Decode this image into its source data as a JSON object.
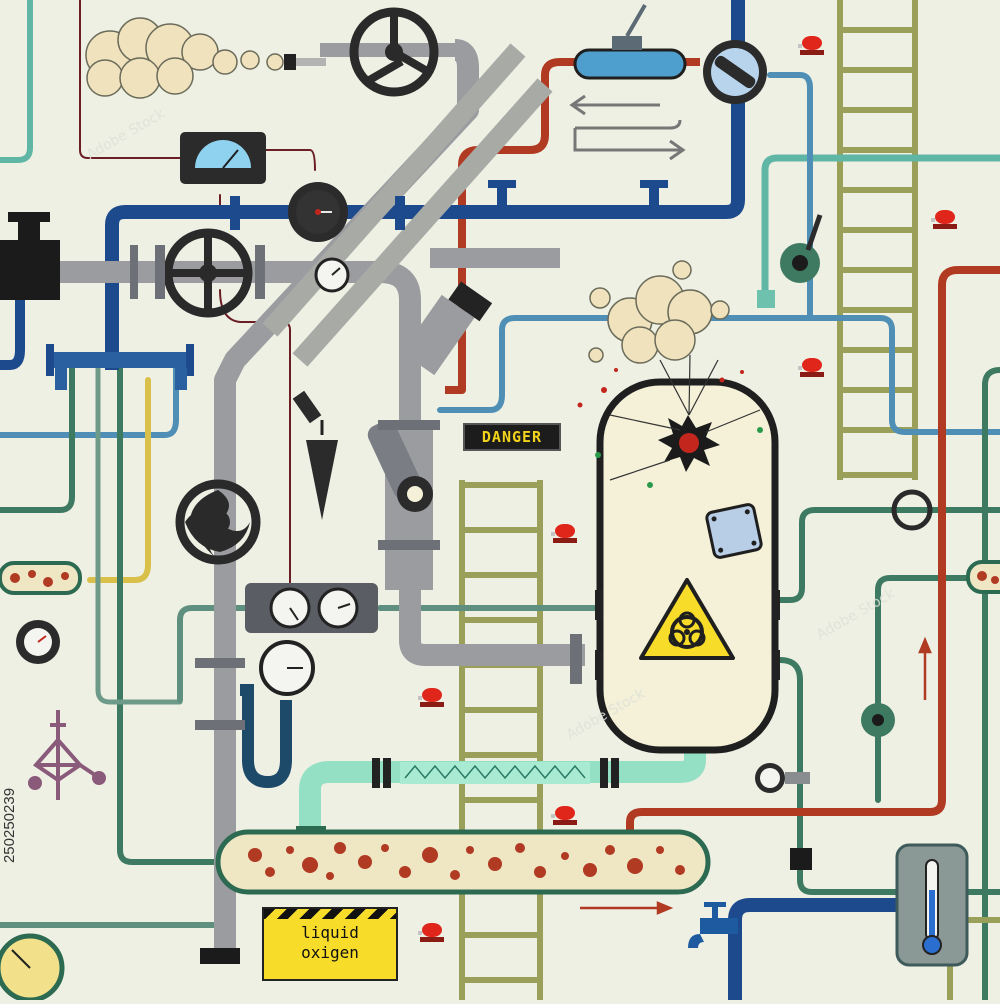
{
  "signs": {
    "danger": "DANGER",
    "liquid_oxygen_line1": "liquid",
    "liquid_oxygen_line2": "oxigen"
  },
  "stock_id": "250250239",
  "colors": {
    "background": "#eef0e4",
    "pipe_navy": "#1d4a8c",
    "pipe_red": "#b03a22",
    "pipe_gray": "#9a9ca0",
    "pipe_teal": "#5fb6a4",
    "pipe_green": "#3e7a62",
    "pipe_light_blue": "#4f8fb5",
    "pipe_olive": "#9aa05a",
    "pipe_yellow": "#d8c04a",
    "tank_fill": "#f4f1d8",
    "warning_yellow": "#f7dc2a",
    "alarm_red": "#e0251b"
  },
  "icons": [
    "steam-cloud-icon",
    "explosion-icon",
    "biohazard-icon",
    "pressure-gauge-icon",
    "valve-wheel-icon",
    "alarm-light-icon",
    "thermometer-icon",
    "faucet-icon",
    "ladder-icon",
    "flow-arrow-icon"
  ]
}
